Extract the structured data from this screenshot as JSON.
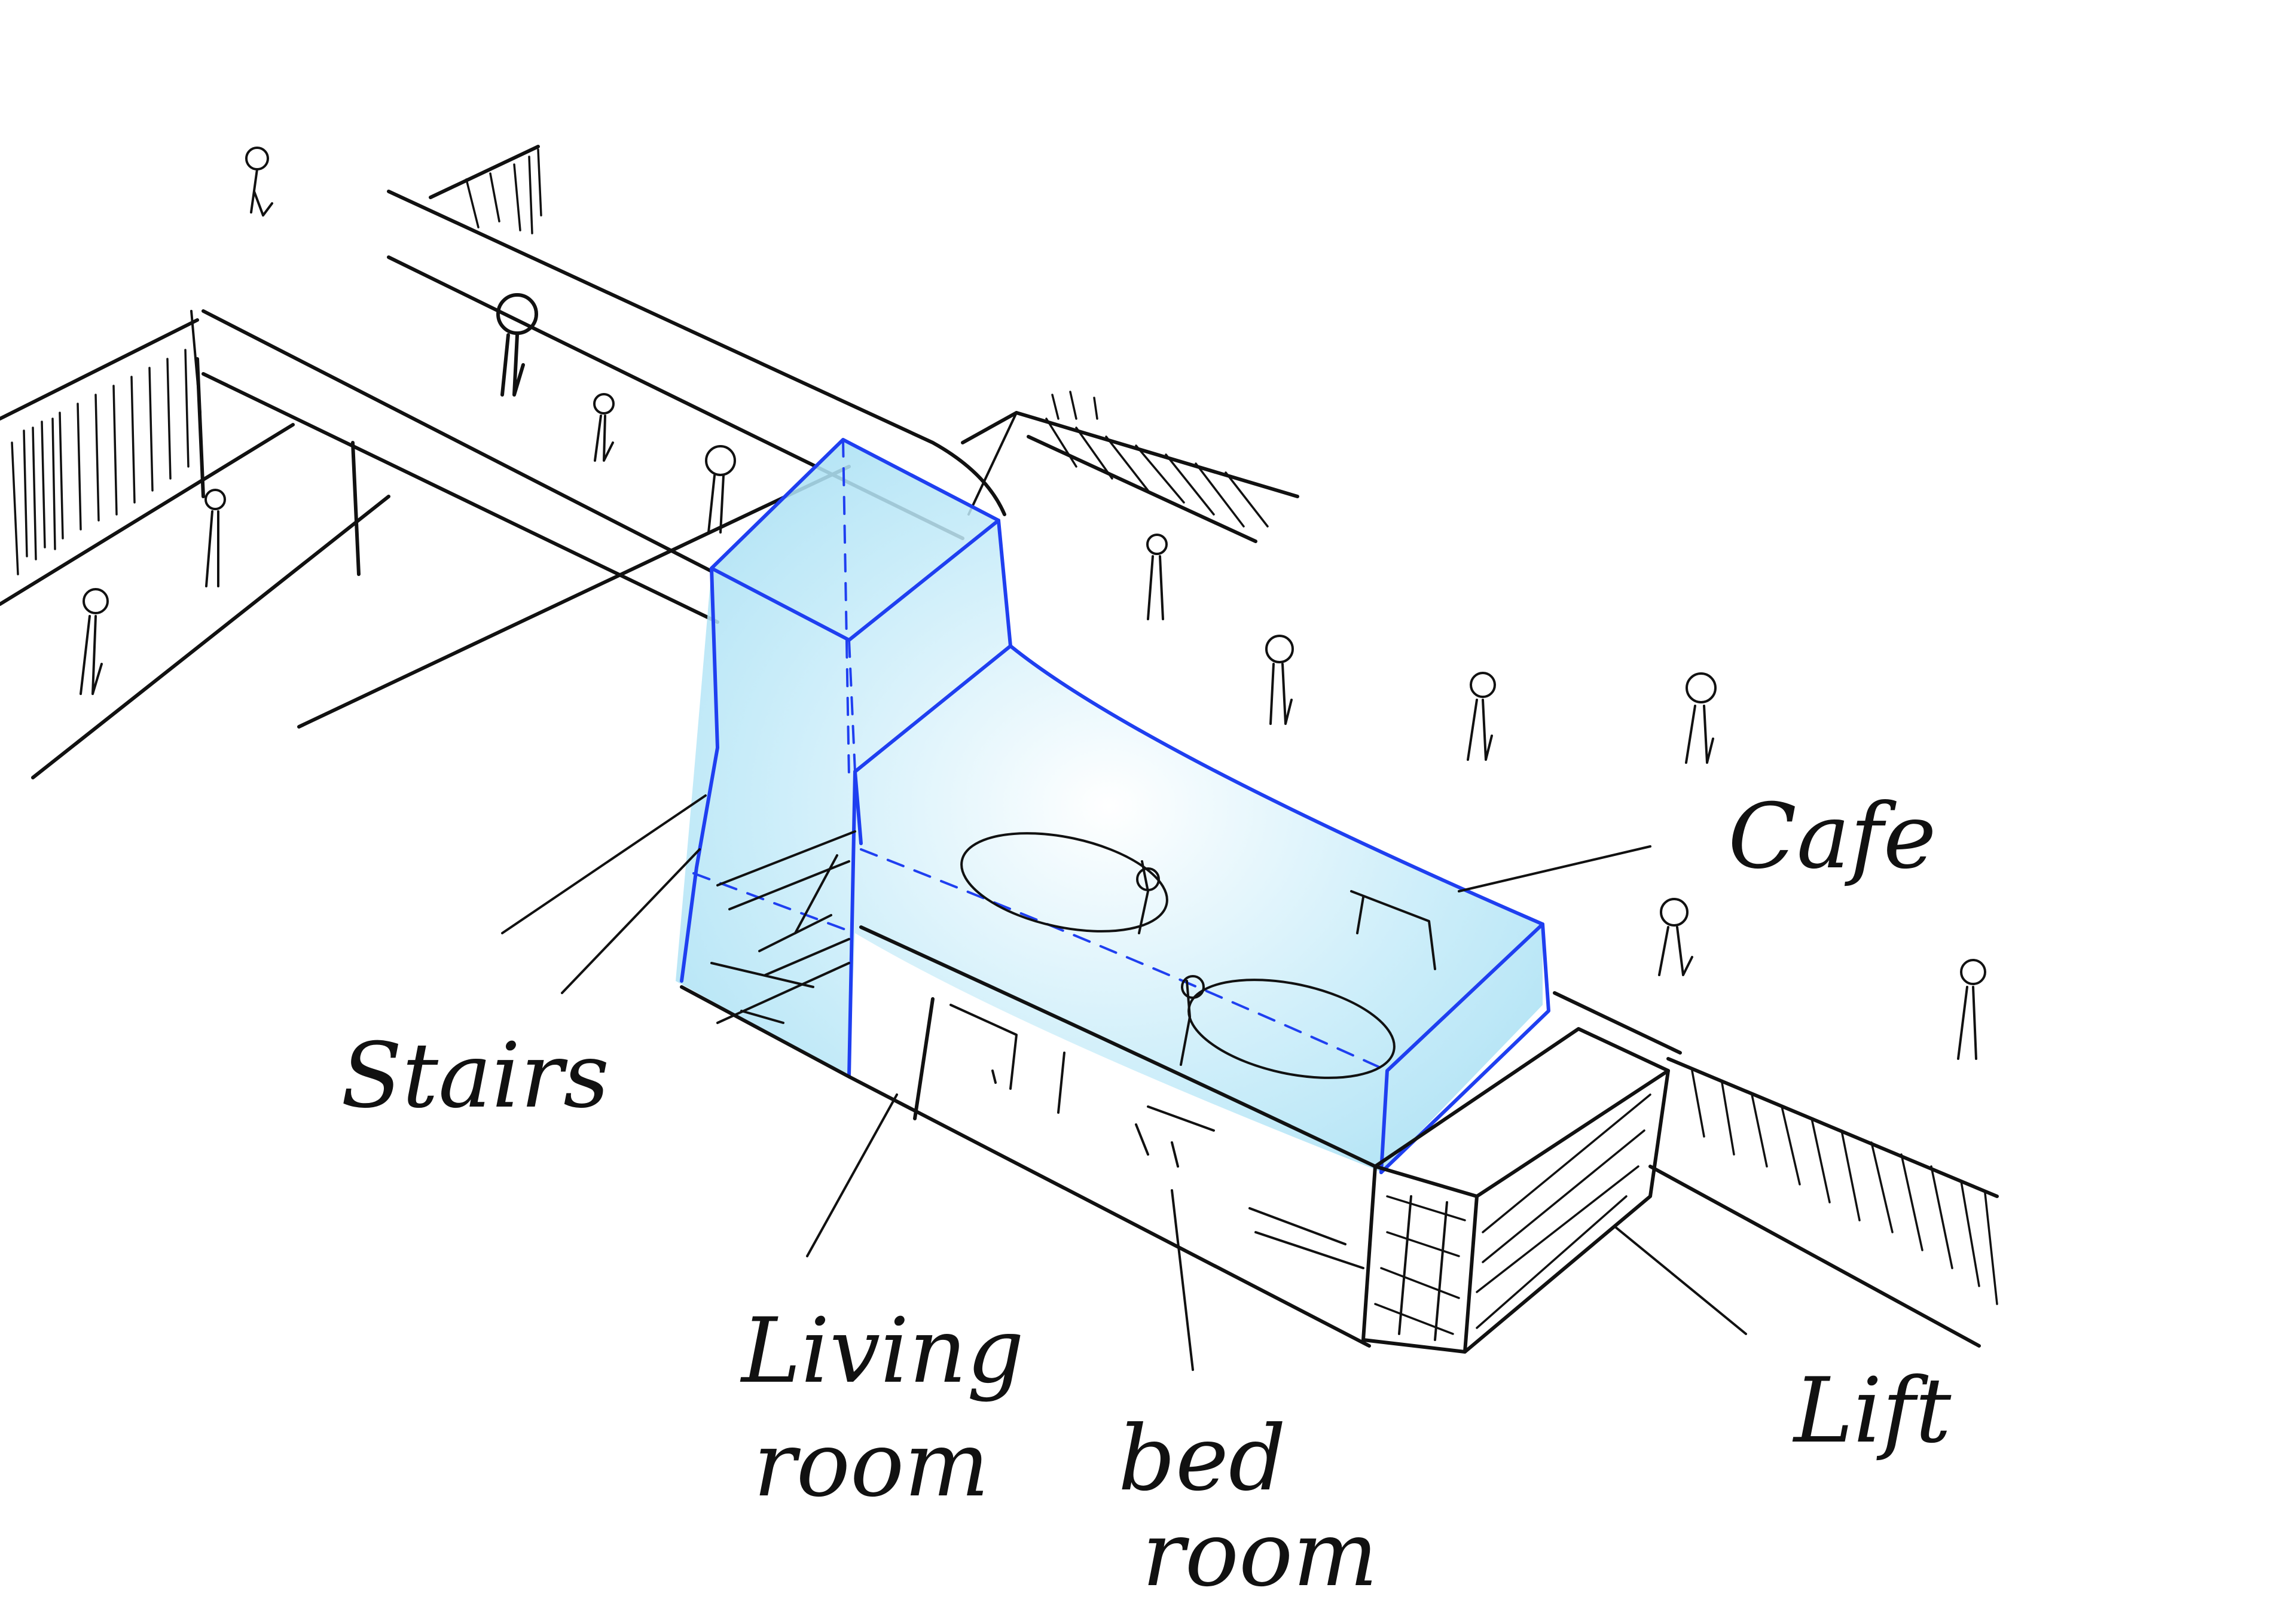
{
  "labels": {
    "cafe": "Cafe",
    "stairs": "Stairs",
    "living_line1": "Living",
    "living_line2": "room",
    "bed_line1": "bed",
    "bed_line2": "room",
    "lift": "Lift"
  },
  "colors": {
    "ink": "#111111",
    "highlight_stroke": "#1f3ff0",
    "highlight_fill": "#bfe9f8"
  }
}
